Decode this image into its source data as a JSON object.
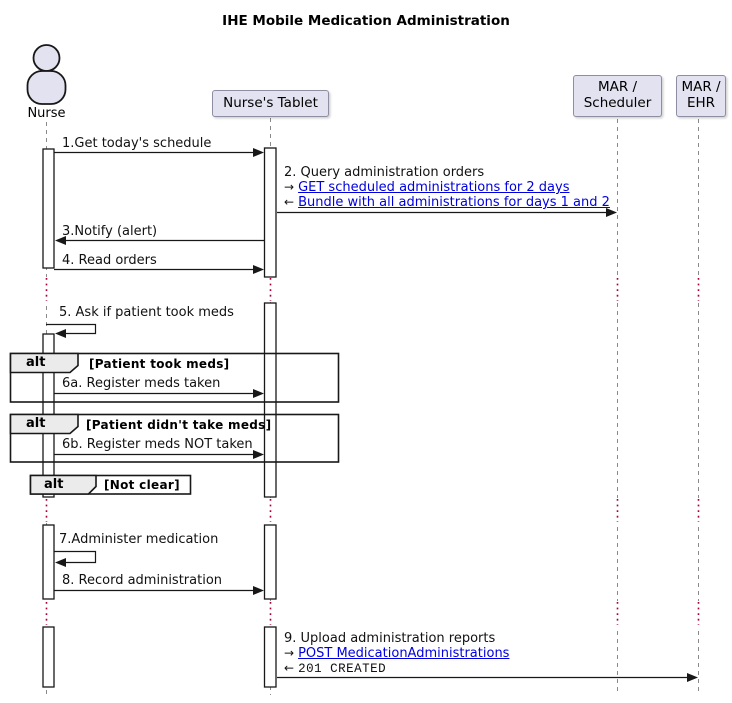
{
  "title": "IHE Mobile Medication Administration",
  "actor": {
    "label": "Nurse"
  },
  "participants": {
    "tablet": {
      "label": "Nurse's Tablet"
    },
    "scheduler": {
      "line1": "MAR /",
      "line2": "Scheduler"
    },
    "ehr": {
      "line1": "MAR /",
      "line2": "EHR"
    }
  },
  "messages": {
    "m1": {
      "label": "1.Get today's schedule"
    },
    "m2": {
      "label": "2. Query administration orders",
      "request_link": "GET scheduled administrations for 2 days",
      "response_link": "Bundle with all administrations for days 1 and 2"
    },
    "m3": {
      "label": "3.Notify (alert)"
    },
    "m4": {
      "label": "4. Read orders"
    },
    "m5": {
      "label": "5. Ask if patient took meds"
    },
    "m6a": {
      "label": "6a. Register meds taken"
    },
    "m6b": {
      "label": "6b. Register meds NOT taken"
    },
    "m7": {
      "label": "7.Administer medication"
    },
    "m8": {
      "label": "8. Record administration"
    },
    "m9": {
      "label": "9. Upload administration reports",
      "request_link": "POST MedicationAdministrations",
      "response_status": "201 CREATED"
    }
  },
  "fragments": {
    "alt1": {
      "operator": "alt",
      "condition": "[Patient took meds]"
    },
    "alt2": {
      "operator": "alt",
      "condition": "[Patient didn't take meds]"
    },
    "alt3": {
      "operator": "alt",
      "condition": "[Not clear]"
    }
  },
  "glyphs": {
    "request_arrow": "→",
    "response_arrow": "←"
  },
  "colors": {
    "participant_fill": "#E2E2F0",
    "link": "#0000DD",
    "delay_dot": "#A80036",
    "lifeline": "#8A8A8A",
    "frame_border": "#181818"
  }
}
